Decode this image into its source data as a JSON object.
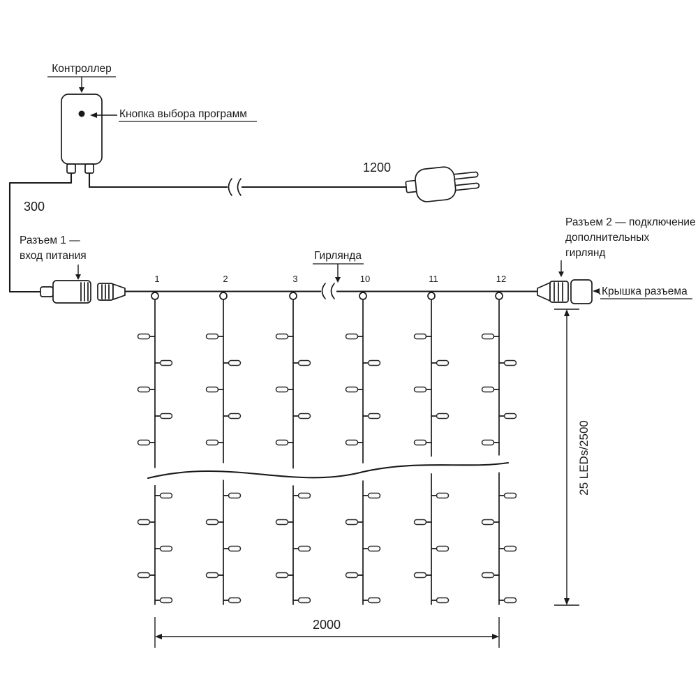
{
  "labels": {
    "controller": "Контроллер",
    "program_button": "Кнопка выбора программ",
    "power_cable_length": "1200",
    "input_drop_length": "300",
    "connector1_line1": "Разъем 1 —",
    "connector1_line2": "вход питания",
    "garland": "Гирлянда",
    "connector2_line1": "Разъем 2 — подключение",
    "connector2_line2": "дополнительных",
    "connector2_line3": "гирлянд",
    "connector_cap": "Крышка разъема",
    "height_dimension": "25 LEDs/2500",
    "width_dimension": "2000"
  },
  "strings": [
    {
      "label": "1"
    },
    {
      "label": "2"
    },
    {
      "label": "3"
    },
    {
      "label": "10"
    },
    {
      "label": "11"
    },
    {
      "label": "12"
    }
  ],
  "colors": {
    "line": "#1a1a1a",
    "background": "#ffffff"
  }
}
